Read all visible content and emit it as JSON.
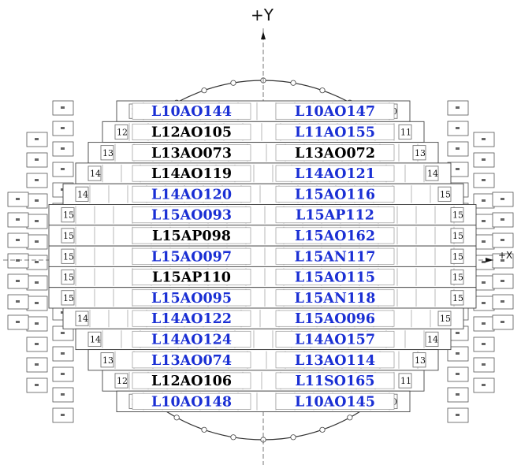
{
  "axes": {
    "y_label": "+Y",
    "x_label": "+X"
  },
  "rows": [
    {
      "num": "10",
      "left": "L10AO144",
      "right": "L10AO147",
      "left_color": "#1a2fd4",
      "right_color": "#1a2fd4"
    },
    {
      "num": "12",
      "right_num": "11",
      "left": "L12AO105",
      "right": "L11AO155",
      "left_color": "#000000",
      "right_color": "#1a2fd4"
    },
    {
      "num": "13",
      "left": "L13AO073",
      "right": "L13AO072",
      "left_color": "#000000",
      "right_color": "#000000"
    },
    {
      "num": "14",
      "left": "L14AO119",
      "right": "L14AO121",
      "left_color": "#000000",
      "right_color": "#1a2fd4"
    },
    {
      "num": "14",
      "right_num": "15",
      "left": "L14AO120",
      "right": "L15AO116",
      "left_color": "#1a2fd4",
      "right_color": "#1a2fd4"
    },
    {
      "num": "15",
      "left": "L15AO093",
      "right": "L15AP112",
      "left_color": "#1a2fd4",
      "right_color": "#1a2fd4"
    },
    {
      "num": "15",
      "left": "L15AP098",
      "right": "L15AO162",
      "left_color": "#000000",
      "right_color": "#1a2fd4"
    },
    {
      "num": "15",
      "left": "L15AO097",
      "right": "L15AN117",
      "left_color": "#1a2fd4",
      "right_color": "#1a2fd4"
    },
    {
      "num": "15",
      "left": "L15AP110",
      "right": "L15AO115",
      "left_color": "#000000",
      "right_color": "#1a2fd4"
    },
    {
      "num": "15",
      "left": "L15AO095",
      "right": "L15AN118",
      "left_color": "#1a2fd4",
      "right_color": "#1a2fd4"
    },
    {
      "num": "14",
      "right_num": "15",
      "left": "L14AO122",
      "right": "L15AO096",
      "left_color": "#1a2fd4",
      "right_color": "#1a2fd4"
    },
    {
      "num": "14",
      "left": "L14AO124",
      "right": "L14AO157",
      "left_color": "#1a2fd4",
      "right_color": "#1a2fd4"
    },
    {
      "num": "13",
      "left": "L13AO074",
      "right": "L13AO114",
      "left_color": "#1a2fd4",
      "right_color": "#1a2fd4"
    },
    {
      "num": "12",
      "right_num": "11",
      "left": "L12AO106",
      "right": "L11SO165",
      "left_color": "#000000",
      "right_color": "#1a2fd4"
    },
    {
      "num": "10",
      "left": "L10AO148",
      "right": "L10AO145",
      "left_color": "#1a2fd4",
      "right_color": "#1a2fd4"
    }
  ]
}
